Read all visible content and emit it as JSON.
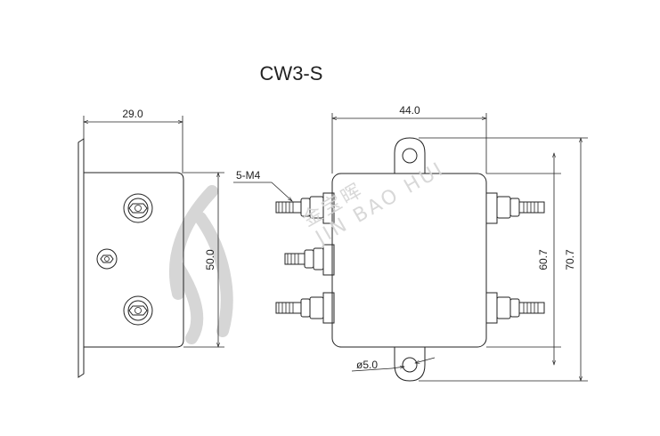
{
  "title": "CW3-S",
  "side_view": {
    "width_label": "29.0",
    "height_label": "50.0"
  },
  "front_view": {
    "width_label": "44.0",
    "thread_label": "5-M4",
    "body_height_label": "60.7",
    "total_height_label": "70.7",
    "hole_label": "ø5.0"
  },
  "watermark": {
    "brand": "金宝晖",
    "brand_latin": "JIN BAO HUI"
  }
}
